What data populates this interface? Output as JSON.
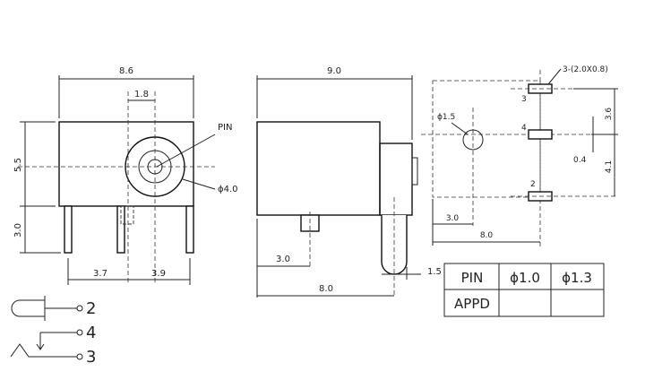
{
  "front_view": {
    "width": "8.6",
    "pin_offset": "1.8",
    "height": "5.5",
    "lead_length": "3.0",
    "left_pitch": "3.7",
    "right_pitch": "3.9",
    "pin_label": "PIN",
    "hole_dia": "ϕ4.0"
  },
  "side_view": {
    "length": "9.0",
    "pin_x": "3.0",
    "body_length": "8.0",
    "nose": "1.5"
  },
  "pcb_layout": {
    "pad_spec": "3-(2.0X0.8)",
    "hole_dia": "ϕ1.5",
    "pad_3": "3",
    "pad_4": "4",
    "pad_2": "2",
    "pitch_top": "3.6",
    "pitch_bottom": "4.1",
    "offset": "0.4",
    "hole_x": "3.0",
    "span": "8.0"
  },
  "schematic": {
    "pin_2": "2",
    "pin_4": "4",
    "pin_3": "3"
  },
  "pin_table": {
    "header": [
      "PIN",
      "ϕ1.0",
      "ϕ1.3"
    ],
    "row": [
      "APPD",
      "",
      ""
    ]
  }
}
